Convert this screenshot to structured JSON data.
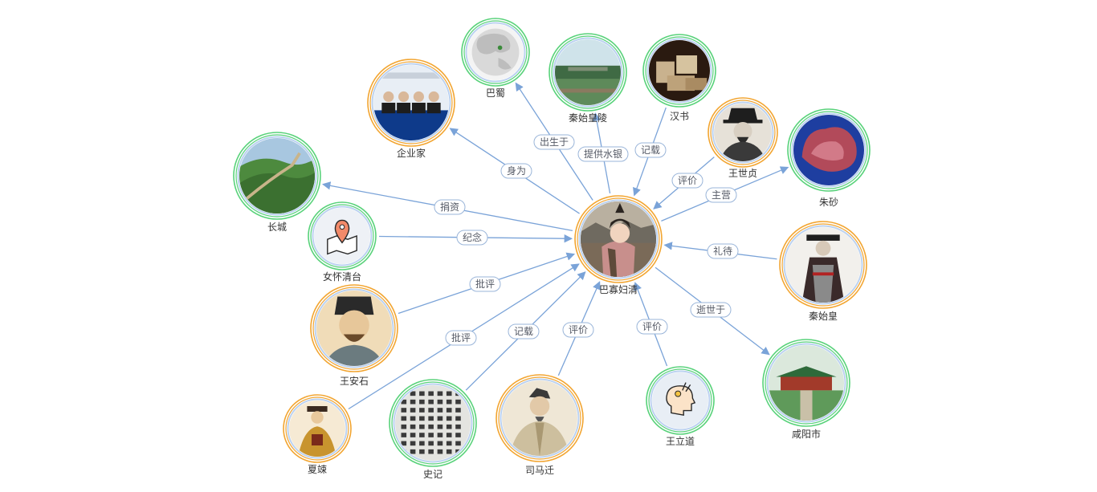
{
  "colors": {
    "edge": "#7aa3d8",
    "ring_orange": "#f2a531",
    "ring_green": "#58d27a",
    "ring_blue": "#bcd2f0",
    "label_border": "#9ab5d9",
    "text": "#333333"
  },
  "graph": {
    "center": {
      "id": "center",
      "label": "巴寡妇清",
      "ring": "orange",
      "image": "portrait-woman"
    },
    "nodes": [
      {
        "id": "bashu",
        "label": "巴蜀",
        "ring": "green",
        "image": "globe"
      },
      {
        "id": "qinling",
        "label": "秦始皇陵",
        "ring": "green",
        "image": "mausoleum"
      },
      {
        "id": "hanshu",
        "label": "汉书",
        "ring": "green",
        "image": "books"
      },
      {
        "id": "wangshizhen",
        "label": "王世贞",
        "ring": "orange",
        "image": "portrait-ming"
      },
      {
        "id": "zhusha",
        "label": "朱砂",
        "ring": "green",
        "image": "cinnabar"
      },
      {
        "id": "qinshihuang",
        "label": "秦始皇",
        "ring": "orange",
        "image": "portrait-emperor"
      },
      {
        "id": "xianyang",
        "label": "咸阳市",
        "ring": "green",
        "image": "temple"
      },
      {
        "id": "wanglidao",
        "label": "王立道",
        "ring": "green",
        "image": "head-icon"
      },
      {
        "id": "simaqian",
        "label": "司马迁",
        "ring": "orange",
        "image": "portrait-scholar"
      },
      {
        "id": "shiji",
        "label": "史记",
        "ring": "green",
        "image": "calligraphy"
      },
      {
        "id": "xialian",
        "label": "夏竦",
        "ring": "orange",
        "image": "portrait-official"
      },
      {
        "id": "wanganshi",
        "label": "王安石",
        "ring": "orange",
        "image": "portrait-wang"
      },
      {
        "id": "nvhuaiqingtai",
        "label": "女怀清台",
        "ring": "green",
        "image": "map-pin-icon"
      },
      {
        "id": "changcheng",
        "label": "长城",
        "ring": "green",
        "image": "great-wall"
      },
      {
        "id": "qiyejia",
        "label": "企业家",
        "ring": "orange",
        "image": "meeting"
      }
    ],
    "edges": [
      {
        "label": "出生于",
        "dir": "out",
        "target": "bashu"
      },
      {
        "label": "提供水银",
        "dir": "out",
        "target": "qinling"
      },
      {
        "label": "记载",
        "dir": "in",
        "target": "hanshu"
      },
      {
        "label": "评价",
        "dir": "in",
        "target": "wangshizhen"
      },
      {
        "label": "主营",
        "dir": "out",
        "target": "zhusha"
      },
      {
        "label": "礼待",
        "dir": "in",
        "target": "qinshihuang"
      },
      {
        "label": "逝世于",
        "dir": "out",
        "target": "xianyang"
      },
      {
        "label": "评价",
        "dir": "in",
        "target": "wanglidao"
      },
      {
        "label": "评价",
        "dir": "in",
        "target": "simaqian"
      },
      {
        "label": "记载",
        "dir": "in",
        "target": "shiji"
      },
      {
        "label": "批评",
        "dir": "in",
        "target": "xialian"
      },
      {
        "label": "批评",
        "dir": "in",
        "target": "wanganshi"
      },
      {
        "label": "纪念",
        "dir": "in",
        "target": "nvhuaiqingtai"
      },
      {
        "label": "捐资",
        "dir": "out",
        "target": "changcheng"
      },
      {
        "label": "身为",
        "dir": "out",
        "target": "qiyejia"
      }
    ]
  }
}
